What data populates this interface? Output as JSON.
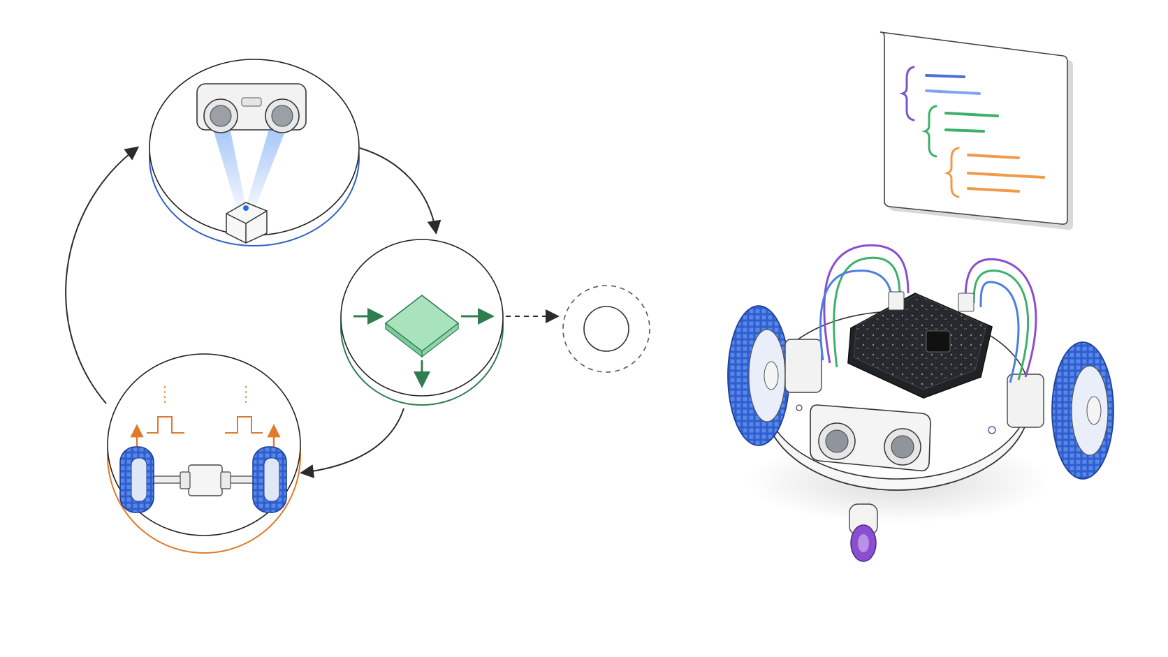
{
  "diagram": {
    "nodes": [
      {
        "id": "sense",
        "icon": "ultrasonic-sensor-icon",
        "accent": "#2f5fc4"
      },
      {
        "id": "decide",
        "icon": "decision-diamond-icon",
        "accent": "#2e7d4f"
      },
      {
        "id": "act",
        "icon": "motor-wheels-icon",
        "accent": "#e07a2a"
      },
      {
        "id": "next-step",
        "icon": "empty-ring-icon",
        "accent": "#555555"
      }
    ],
    "edges": [
      {
        "from": "sense",
        "to": "decide",
        "style": "solid"
      },
      {
        "from": "decide",
        "to": "act",
        "style": "solid"
      },
      {
        "from": "act",
        "to": "sense",
        "style": "solid"
      },
      {
        "from": "decide",
        "to": "next-step",
        "style": "dashed"
      }
    ]
  },
  "illustrations": {
    "robot": {
      "icon": "robot-car-icon",
      "wheel_color": "#2d5fd0",
      "caster_color": "#8a4fd1"
    },
    "code_panel": {
      "icon": "code-block-icon",
      "colors": [
        "#7a55c9",
        "#4a7fe0",
        "#3db06a",
        "#f09a4a"
      ]
    }
  },
  "colors": {
    "sense_blue": "#2f5fc4",
    "decide_green": "#2e7d4f",
    "decide_fill": "#a8e3bd",
    "act_orange": "#e07a2a",
    "wheel_blue": "#2d5fd0",
    "arrow_dark": "#2b2b2b"
  }
}
